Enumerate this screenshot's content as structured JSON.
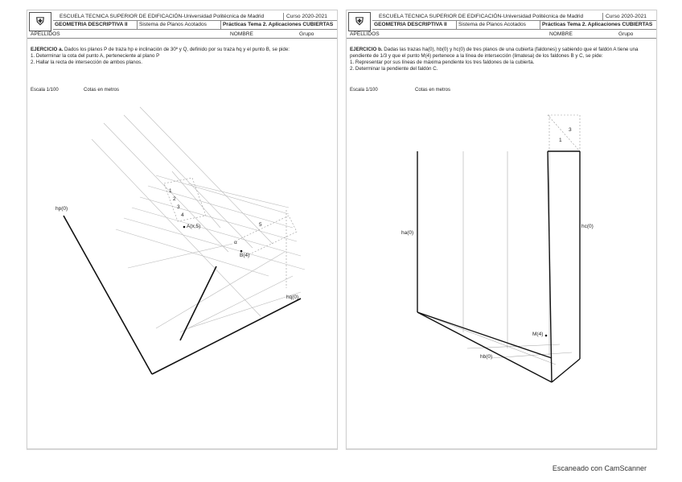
{
  "header": {
    "school": "ESCUELA TECNICA SUPERIOR DE EDIFICACIÓN-Universidad Politécnica de Madrid",
    "course": "Curso 2020-2021",
    "subject": "GEOMETRIA DESCRIPTIVA II",
    "system": "Sistema de Planos Acotados",
    "practice": "Prácticas Tema 2. Aplicaciones CUBIERTAS",
    "surname": "APELLIDOS",
    "name": "NOMBRE",
    "group": "Grupo",
    "logo": "shield-icon"
  },
  "left": {
    "exercise_title": "EJERCICIO a.",
    "exercise_text": " Dados los planos P de traza hp e inclinación de 30º y Q, definido por su traza hq y el punto B, se pide:",
    "items": [
      "1. Determinar la cota del punto A, perteneciente al plano P",
      "2. Hallar la recta de intersección de ambos planos."
    ],
    "scale": "Escala 1/100",
    "units": "Cotas en metros",
    "labels": {
      "hp": "hp(0)",
      "a": "A(x,5)",
      "b": "B(4)",
      "hq": "hq(0)",
      "one": "1",
      "two": "2",
      "three": "3",
      "four": "4",
      "five": "5",
      "alpha": "α"
    }
  },
  "right": {
    "exercise_title": "EJERCICIO b.",
    "exercise_text": " Dadas las trazas ha(0), hb(0) y hc(0) de tres planos de una cubierta (faldones) y sabiendo que el faldón A tiene una pendiente de 1/3 y que el punto M(4) pertenece a la línea de intersección (limatesa) de los faldones B y C, se pide:",
    "items": [
      "1. Representar por sus líneas de máxima pendiente los tres faldones de la cubierta.",
      "2. Determinar la pendiente del faldón C."
    ],
    "scale": "Escala 1/100",
    "units": "Cotas en metros",
    "labels": {
      "ha": "ha(0)",
      "hb": "hb(0)",
      "hc": "hc(0)",
      "m": "M(4)",
      "one": "1",
      "three": "3"
    }
  },
  "footer": "Escaneado con CamScanner"
}
